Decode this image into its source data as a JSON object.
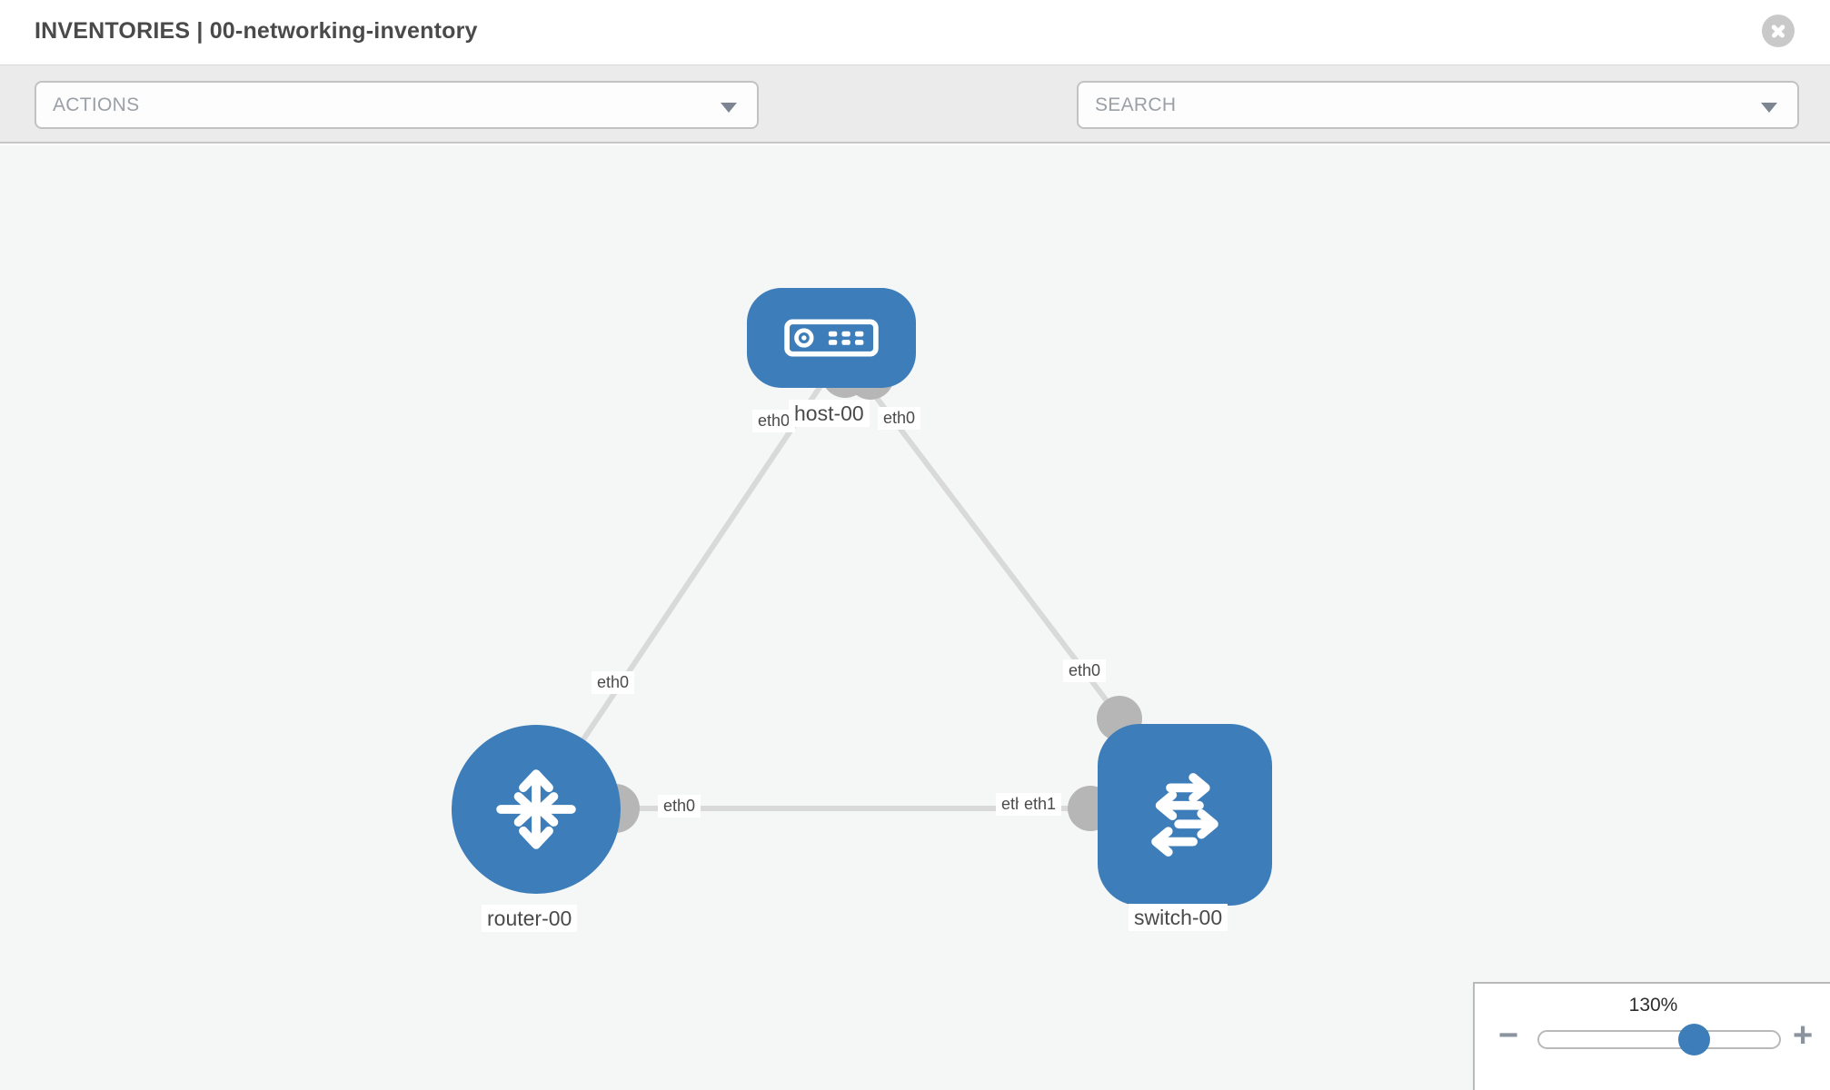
{
  "header": {
    "title": "INVENTORIES | 00-networking-inventory",
    "close_icon": "close-icon"
  },
  "toolbar": {
    "actions_label": "ACTIONS",
    "search_label": "SEARCH",
    "icons": [
      "wrench-icon",
      "key-icon"
    ],
    "caret_icon": "chevron-down-icon"
  },
  "topology": {
    "nodes": [
      {
        "label": "host-00",
        "type": "host",
        "icon": "host-icon"
      },
      {
        "label": "router-00",
        "type": "router",
        "icon": "router-icon"
      },
      {
        "label": "switch-00",
        "type": "switch",
        "icon": "switch-icon"
      }
    ],
    "links": [
      {
        "from": "host-00",
        "from_if": "eth0",
        "to": "router-00",
        "to_if": "eth0"
      },
      {
        "from": "host-00",
        "from_if": "eth0",
        "to": "switch-00",
        "to_if": "eth0"
      },
      {
        "from": "router-00",
        "from_if": "eth0",
        "to": "switch-00",
        "to_if": "eth1"
      }
    ],
    "interfaces": {
      "host_left": "eth0",
      "host_right": "eth0",
      "router_top": "eth0",
      "router_right": "eth0",
      "switch_top": "eth0",
      "switch_left_under": "eth0",
      "switch_left_over": "eth1"
    }
  },
  "zoom": {
    "level": "130%",
    "minus": "−",
    "plus": "+"
  },
  "colors": {
    "node_blue": "#3d7db9",
    "link_gray": "#d9d9d9",
    "connector_gray": "#b6b6b6",
    "toolbar_gray": "#ebebeb",
    "canvas_gray": "#f5f6f6"
  }
}
